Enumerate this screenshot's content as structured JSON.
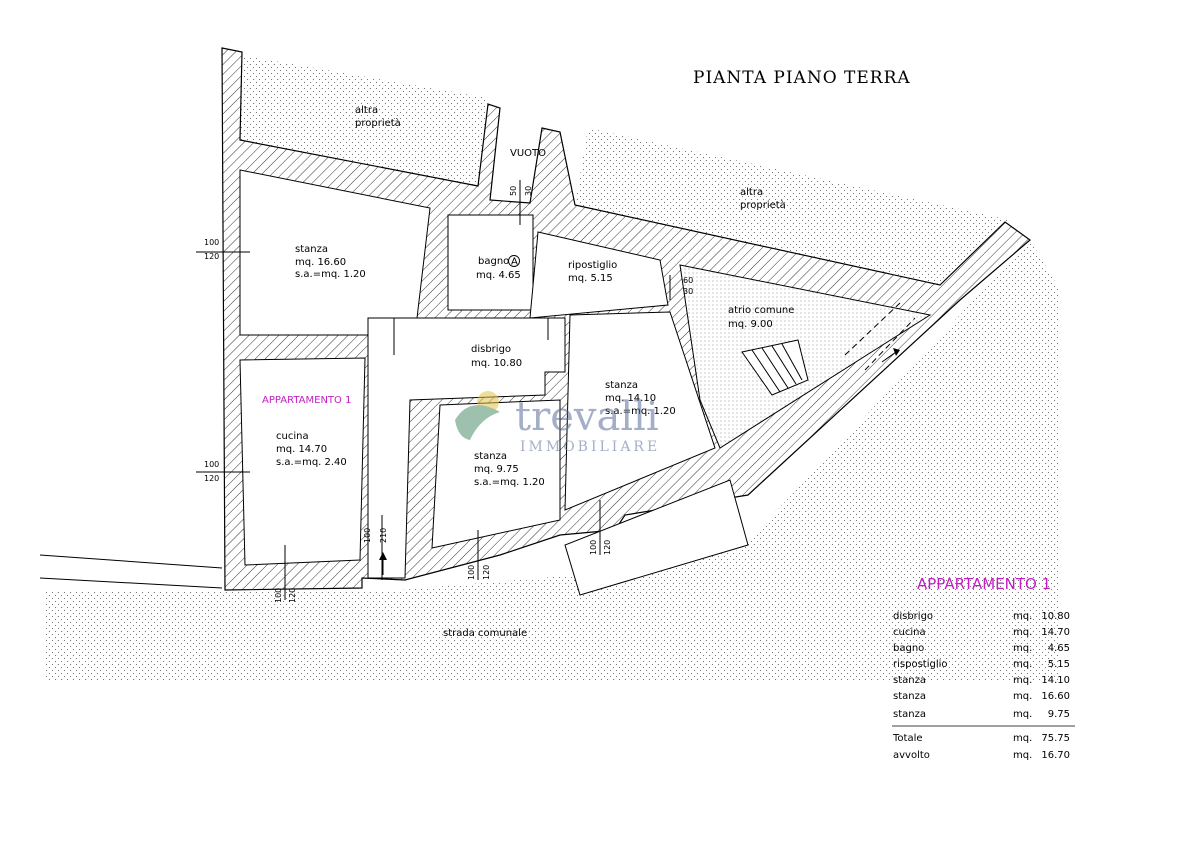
{
  "title": "PIANTA  PIANO  TERRA",
  "areas": {
    "other_property_left": "altra\nproprietà",
    "other_property_right": "altra\nproprietà",
    "void": "VUOTO",
    "street": "strada comunale"
  },
  "apartment_label": "APPARTAMENTO 1",
  "rooms": [
    {
      "name": "stanza",
      "area": "mq. 16.60",
      "sa": "s.a.=mq. 1.20"
    },
    {
      "name": "bagno",
      "badge": "A",
      "area": "mq. 4.65"
    },
    {
      "name": "ripostiglio",
      "area": "mq. 5.15"
    },
    {
      "name": "atrio comune",
      "area": "mq. 9.00"
    },
    {
      "name": "disbrigo",
      "area": "mq. 10.80"
    },
    {
      "name": "stanza",
      "area": "mq. 14.10",
      "sa": "s.a.=mq. 1.20"
    },
    {
      "name": "cucina",
      "area": "mq. 14.70",
      "sa": "s.a.=mq. 2.40"
    },
    {
      "name": "stanza",
      "area": "mq. 9.75",
      "sa": "s.a.=mq. 1.20"
    }
  ],
  "openings": [
    {
      "w": "100",
      "h": "120"
    },
    {
      "w": "100",
      "h": "120"
    },
    {
      "w": "50",
      "h": "30"
    },
    {
      "w": "60",
      "h": "30"
    },
    {
      "w": "100",
      "h": "120"
    },
    {
      "w": "100",
      "h": "210"
    },
    {
      "w": "100",
      "h": "120"
    },
    {
      "w": "100",
      "h": "120"
    }
  ],
  "watermark": {
    "brand": "trevalli",
    "sub": "IMMOBILIARE"
  },
  "summary": {
    "heading": "APPARTAMENTO  1",
    "rows": [
      {
        "label": "disbrigo",
        "unit": "mq.",
        "value": "10.80"
      },
      {
        "label": "cucina",
        "unit": "mq.",
        "value": "14.70"
      },
      {
        "label": "bagno",
        "unit": "mq.",
        "value": "4.65"
      },
      {
        "label": "rispostiglio",
        "unit": "mq.",
        "value": "5.15"
      },
      {
        "label": "stanza",
        "unit": "mq.",
        "value": "14.10"
      },
      {
        "label": "stanza",
        "unit": "mq.",
        "value": "16.60"
      },
      {
        "label": "stanza",
        "unit": "mq.",
        "value": "9.75"
      }
    ],
    "totals": [
      {
        "label": "Totale",
        "unit": "mq.",
        "value": "75.75"
      },
      {
        "label": "avvolto",
        "unit": "mq.",
        "value": "16.70"
      }
    ]
  },
  "colors": {
    "magenta": "#c21fc2",
    "watermark_green": "#4f8f6b",
    "watermark_blue": "#5a6f9a"
  }
}
